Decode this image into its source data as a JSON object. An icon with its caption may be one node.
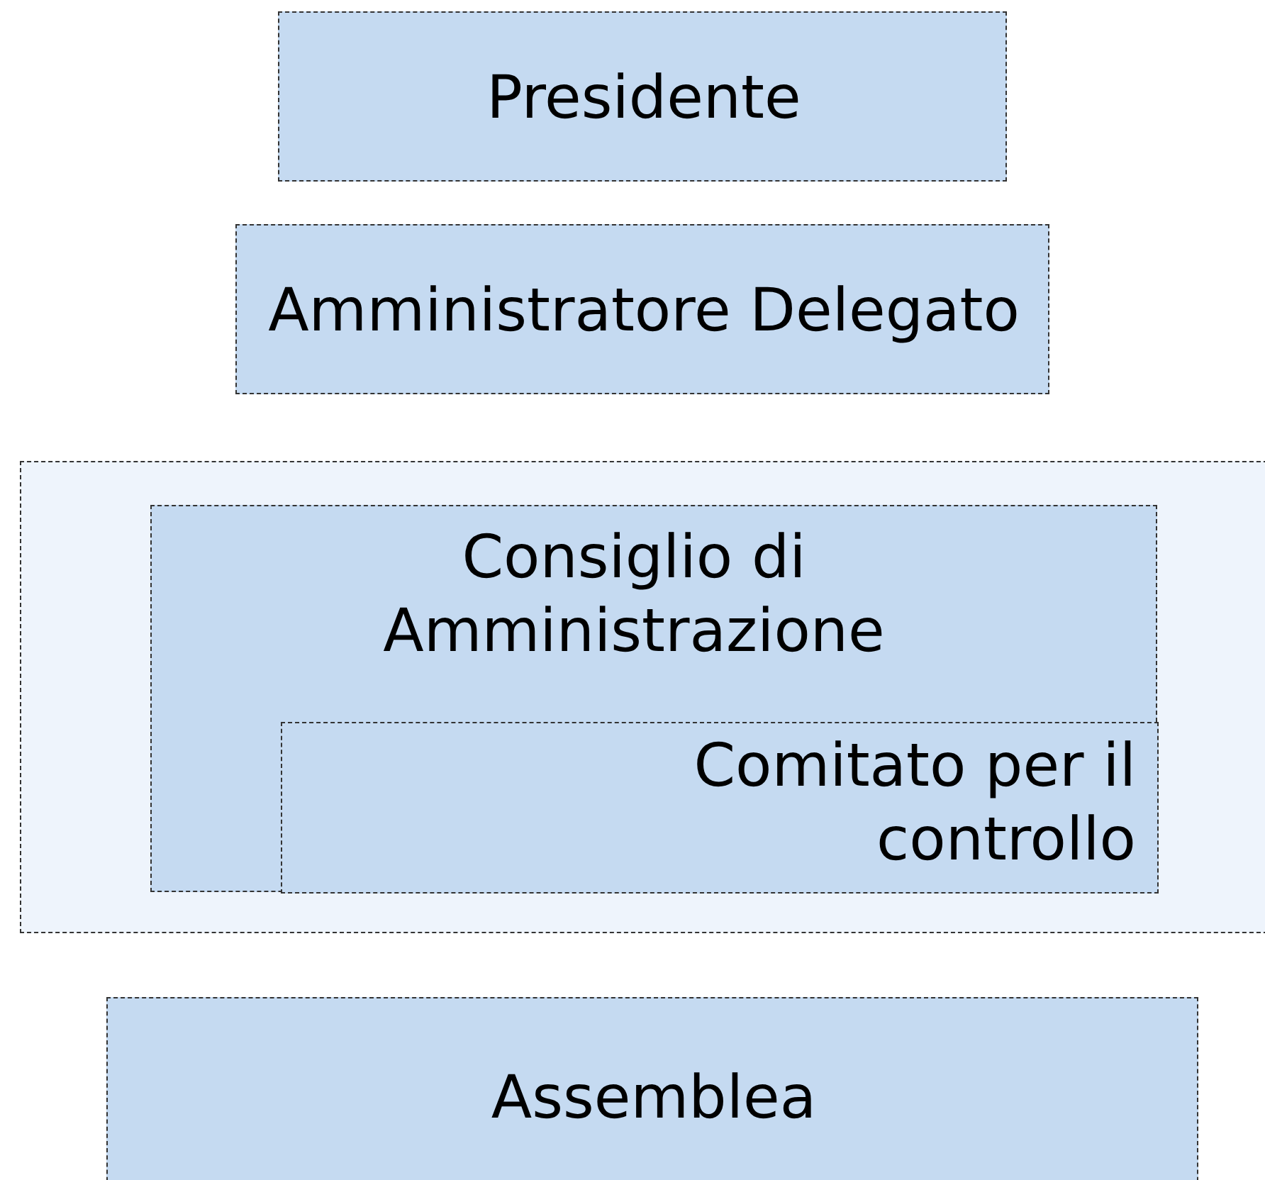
{
  "diagram": {
    "nodes": [
      {
        "text": [
          "Presidente"
        ]
      },
      {
        "text": [
          "Amministratore Delegato"
        ]
      },
      {
        "text": [],
        "shape": "box"
      },
      {
        "text": [
          "Consiglio di Amministrazione"
        ],
        "in": 2
      },
      {
        "text": [
          "Comitato per il controllo"
        ],
        "in": 3
      },
      {
        "text": [
          "Assemblea"
        ]
      }
    ]
  }
}
